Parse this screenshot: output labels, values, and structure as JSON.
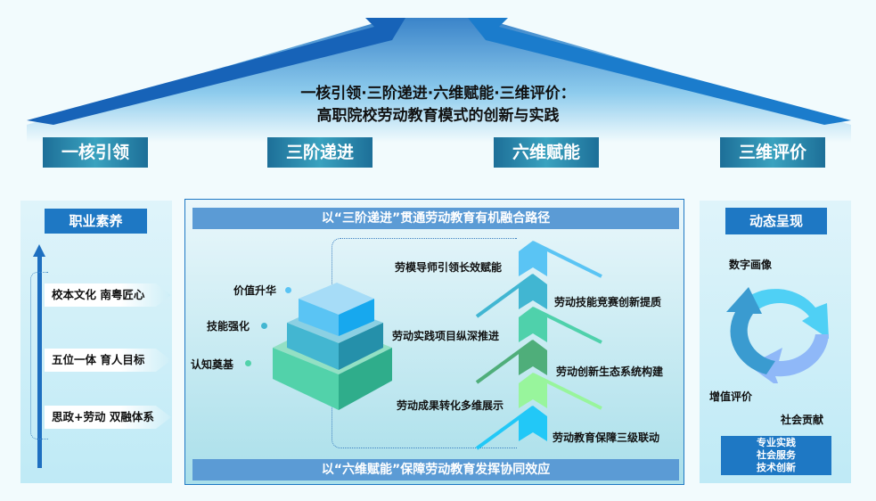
{
  "title": {
    "line1": "一核引领·三阶递进·六维赋能·三维评价：",
    "line2": "高职院校劳动教育模式的创新与实践"
  },
  "pillars": [
    "一核引领",
    "三阶递进",
    "六维赋能",
    "三维评价"
  ],
  "left": {
    "header": "职业素养",
    "items": [
      "校本文化 南粤匠心",
      "五位一体 育人目标",
      "思政+劳动 双融体系"
    ]
  },
  "center": {
    "top_band": "以“三阶递进”贯通劳动教育有机融合路径",
    "bottom_band": "以“六维赋能”保障劳动教育发挥协同效应",
    "pyramid": [
      "价值升华",
      "技能强化",
      "认知奠基"
    ],
    "steps": [
      {
        "label": "劳模导师引领长效赋能",
        "color": "#5ac4f4"
      },
      {
        "label": "劳动技能竞赛创新提质",
        "color": "#41b6d2"
      },
      {
        "label": "劳动实践项目纵深推进",
        "color": "#4fd1ab"
      },
      {
        "label": "劳动创新生态系统构建",
        "color": "#4fae7a"
      },
      {
        "label": "劳动成果转化多维展示",
        "color": "#98f59c"
      },
      {
        "label": "劳动教育保障三级联动",
        "color": "#22c8f7"
      }
    ]
  },
  "right": {
    "header": "动态呈现",
    "cycle": [
      "数字画像",
      "增值评价",
      "社会贡献"
    ],
    "footer": [
      "专业实践",
      "社会服务",
      "技术创新"
    ]
  }
}
